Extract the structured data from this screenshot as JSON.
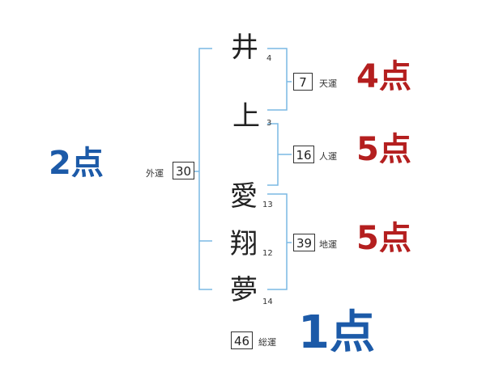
{
  "characters": [
    {
      "char": "井",
      "strokes": "4"
    },
    {
      "char": "上",
      "strokes": "3"
    },
    {
      "char": "愛",
      "strokes": "13"
    },
    {
      "char": "翔",
      "strokes": "12"
    },
    {
      "char": "夢",
      "strokes": "14"
    }
  ],
  "fortunes": {
    "gaiun": {
      "label": "外運",
      "value": "30",
      "score": "2点"
    },
    "tenun": {
      "label": "天運",
      "value": "7",
      "score": "4点"
    },
    "jinun": {
      "label": "人運",
      "value": "16",
      "score": "5点"
    },
    "chiun": {
      "label": "地運",
      "value": "39",
      "score": "5点"
    },
    "souun": {
      "label": "総運",
      "value": "46",
      "score": "1点"
    }
  },
  "colors": {
    "bracket": "#7ab8e4",
    "score_red": "#b41f1f",
    "score_blue": "#1c5aa8"
  }
}
